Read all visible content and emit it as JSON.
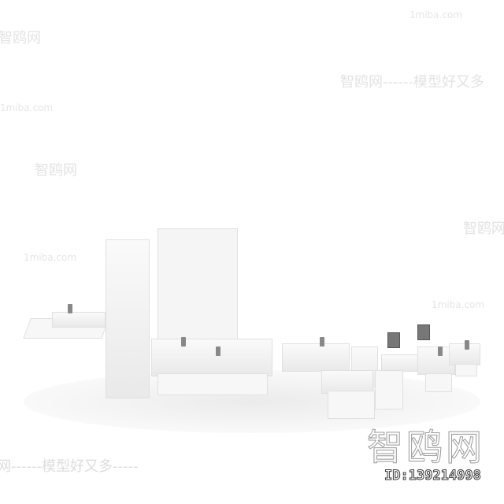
{
  "watermarks": {
    "site": "1miba.com",
    "brand": "智鸥网",
    "slogan": "模型好又多",
    "brand_slogan": "智鸥网------模型好又多",
    "bottom_slogan": "网------模型好又多-----",
    "logo": "智鸥网",
    "id": "ID:139214998"
  }
}
